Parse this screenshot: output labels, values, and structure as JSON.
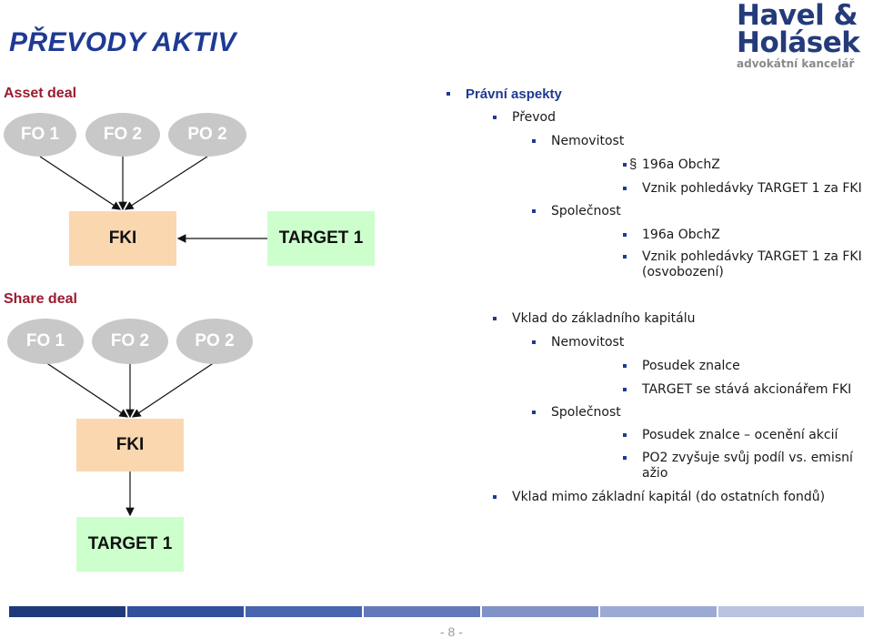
{
  "page": {
    "title": "PŘEVODY AKTIV",
    "page_number": "- 8 -"
  },
  "logo": {
    "line1": "Havel &",
    "line2": "Holásek",
    "sub": "advokátní kancelář",
    "color": "#243b7a"
  },
  "asset_deal": {
    "label": "Asset deal",
    "holders": [
      "FO 1",
      "FO 2",
      "PO 2"
    ],
    "fki": "FKI",
    "target": "TARGET 1"
  },
  "share_deal": {
    "label": "Share deal",
    "holders": [
      "FO 1",
      "FO 2",
      "PO 2"
    ],
    "fki": "FKI",
    "target": "TARGET 1"
  },
  "outline": {
    "pravni": "Právní aspekty",
    "prevod": "Převod",
    "nemovitost1": "Nemovitost",
    "n1_a": "196a ObchZ",
    "n1_b": "Vznik pohledávky TARGET 1 za FKI",
    "spolecnost1": "Společnost",
    "s1_a": "196a ObchZ",
    "s1_b": "Vznik pohledávky TARGET 1 za FKI (osvobození)",
    "vklad": "Vklad do základního kapitálu",
    "nemovitost2": "Nemovitost",
    "n2_a": "Posudek znalce",
    "n2_b": "TARGET se stává akcionářem FKI",
    "spolecnost2": "Společnost",
    "s2_a": "Posudek znalce – ocenění akcií",
    "s2_b": "PO2 zvyšuje svůj podíl vs. emisní ažio",
    "vklad_mimo": "Vklad mimo základní kapitál (do ostatních fondů)"
  },
  "colors": {
    "ellipse": "#c8c8c8",
    "fki_box": "#fbd7b0",
    "target_box": "#ccffcc",
    "footer": [
      "#1f3a7a",
      "#33509a",
      "#4865ad",
      "#6479b9",
      "#8092c6",
      "#9caad3",
      "#b9c3e0"
    ]
  }
}
